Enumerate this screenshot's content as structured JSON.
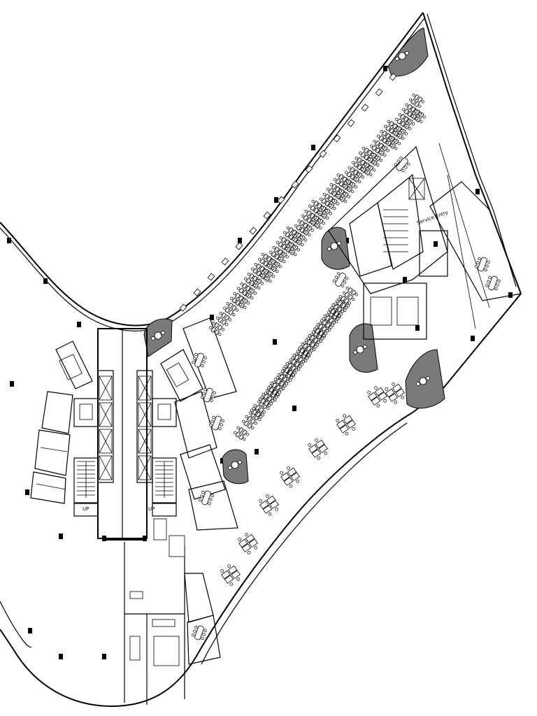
{
  "plan": {
    "labels": {
      "service_entry": "Service Entry",
      "up_left": "UP",
      "up_right": "UP"
    },
    "colors": {
      "line": "#000000",
      "fill_grey": "#7a7a7a",
      "background": "#ffffff"
    }
  }
}
